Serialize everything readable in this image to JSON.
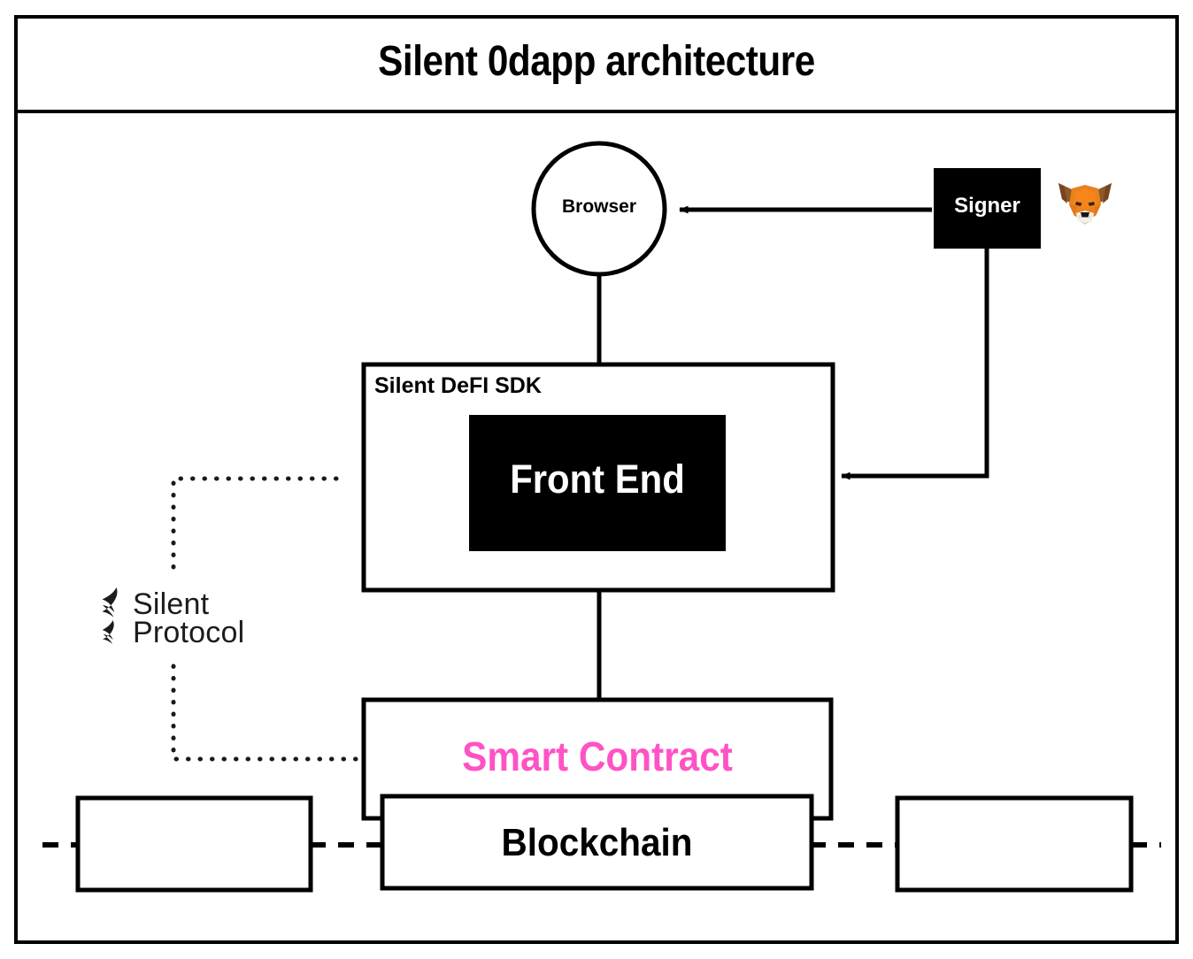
{
  "diagram": {
    "title": "Silent 0dapp architecture",
    "frame": {
      "border_color": "#000000"
    },
    "nodes": {
      "browser": {
        "label": "Browser",
        "shape": "circle",
        "fill": "#ffffff",
        "stroke": "#000000"
      },
      "signer": {
        "label": "Signer",
        "shape": "rect",
        "fill": "#000000",
        "text_color": "#ffffff"
      },
      "sdk": {
        "label": "Silent DeFI SDK",
        "shape": "rect",
        "fill": "#ffffff",
        "stroke": "#000000"
      },
      "front_end": {
        "label": "Front End",
        "shape": "rect",
        "fill": "#000000",
        "text_color": "#ffffff"
      },
      "smart_contract": {
        "label": "Smart Contract",
        "shape": "rect",
        "fill": "#ffffff",
        "text_color": "#ff52c5"
      },
      "blockchain": {
        "label": "Blockchain",
        "shape": "rect",
        "fill": "#ffffff",
        "text_color": "#000000"
      },
      "node_left": {
        "label": "",
        "shape": "rect",
        "fill": "#ffffff",
        "stroke": "#000000"
      },
      "node_right": {
        "label": "",
        "shape": "rect",
        "fill": "#ffffff",
        "stroke": "#000000"
      }
    },
    "logos": {
      "silent_protocol": {
        "name": "silent-protocol-logo",
        "line1": "Silent",
        "line2": "Protocol",
        "color": "#1c1c1c"
      },
      "metamask": {
        "name": "metamask-fox-icon",
        "colors": {
          "face": "#e8821e",
          "ear": "#8b5a2b",
          "light": "#f6851b",
          "muzzle": "#f5f0e8",
          "nose": "#16161d"
        }
      }
    },
    "edges": [
      {
        "name": "signer-to-browser",
        "from": "signer",
        "to": "browser",
        "style": "solid",
        "arrow": "end"
      },
      {
        "name": "browser-to-sdk",
        "from": "browser",
        "to": "sdk",
        "style": "solid",
        "arrow": "none"
      },
      {
        "name": "signer-to-front-end",
        "from": "signer",
        "to": "sdk",
        "style": "solid",
        "arrow": "end"
      },
      {
        "name": "sdk-to-smart-contract",
        "from": "sdk",
        "to": "smart_contract",
        "style": "solid",
        "arrow": "none"
      },
      {
        "name": "protocol-to-sdk",
        "from": "silent_protocol",
        "to": "sdk",
        "style": "dotted",
        "arrow": "none"
      },
      {
        "name": "protocol-to-smart-contract",
        "from": "silent_protocol",
        "to": "smart_contract",
        "style": "dotted",
        "arrow": "none"
      },
      {
        "name": "chain-link-far-left",
        "style": "dashed",
        "arrow": "none"
      },
      {
        "name": "chain-link-left",
        "style": "dashed",
        "arrow": "none"
      },
      {
        "name": "chain-link-right",
        "style": "dashed",
        "arrow": "none"
      },
      {
        "name": "chain-link-far-right",
        "style": "dashed",
        "arrow": "none"
      }
    ],
    "accent_colors": {
      "pink": "#ff52c5",
      "black": "#000000",
      "white": "#ffffff"
    }
  }
}
